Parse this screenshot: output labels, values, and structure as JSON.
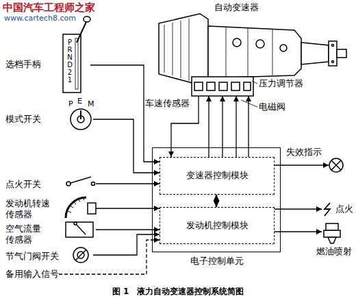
{
  "diagram": {
    "caption": "图 1　液力自动变速器控制系统简图",
    "nodes": [
      {
        "text": [
          "自动变速器"
        ]
      },
      {
        "text": [
          "选档手柄"
        ]
      },
      {
        "text": [
          "模式开关"
        ]
      },
      {
        "text": [
          "电子控制单元"
        ]
      },
      {
        "text": [
          "变速器控制模块"
        ],
        "in": 3
      },
      {
        "text": [
          "发动机控制模块"
        ],
        "in": 3
      },
      {
        "text": [
          "失效指示"
        ]
      },
      {
        "text": [
          "点火开关"
        ]
      },
      {
        "text": [
          "发动机转速传感器"
        ]
      },
      {
        "text": [
          "点火"
        ]
      },
      {
        "text": [
          "空气流量传感器"
        ]
      },
      {
        "text": [
          "燃油喷射"
        ]
      },
      {
        "text": [
          "节气门阀开关"
        ]
      },
      {
        "text": [
          "备用输入信号"
        ]
      }
    ],
    "edges": [
      {
        "from": 0,
        "to": 4,
        "arrow": "to"
      },
      {
        "from": 4,
        "to": 0,
        "arrow": "to"
      },
      {
        "from": 4,
        "to": 0,
        "arrow": "to"
      },
      {
        "from": 4,
        "to": 0,
        "arrow": "to"
      },
      {
        "from": 4,
        "to": 0,
        "arrow": "to"
      },
      {
        "from": 1,
        "to": 4,
        "arrow": "to"
      },
      {
        "from": 2,
        "to": 4,
        "arrow": "to"
      },
      {
        "from": 7,
        "to": 4,
        "arrow": "to"
      },
      {
        "from": 8,
        "to": 5,
        "arrow": "to"
      },
      {
        "from": 10,
        "to": 5,
        "arrow": "to"
      },
      {
        "from": 12,
        "to": 5,
        "arrow": "to"
      },
      {
        "from": 13,
        "to": 5,
        "arrow": "to"
      },
      {
        "from": 4,
        "to": 5,
        "arrow": "both"
      },
      {
        "from": 4,
        "to": 6,
        "arrow": "to"
      },
      {
        "from": 5,
        "to": 9,
        "arrow": "to"
      },
      {
        "from": 5,
        "to": 11,
        "arrow": "to"
      }
    ],
    "labels": [
      "中国汽车工程师之家",
      "www.cartech8.com",
      "车速传感器",
      "压力调节器",
      "电磁阀",
      "PRND21",
      "P",
      "E",
      "M"
    ]
  }
}
